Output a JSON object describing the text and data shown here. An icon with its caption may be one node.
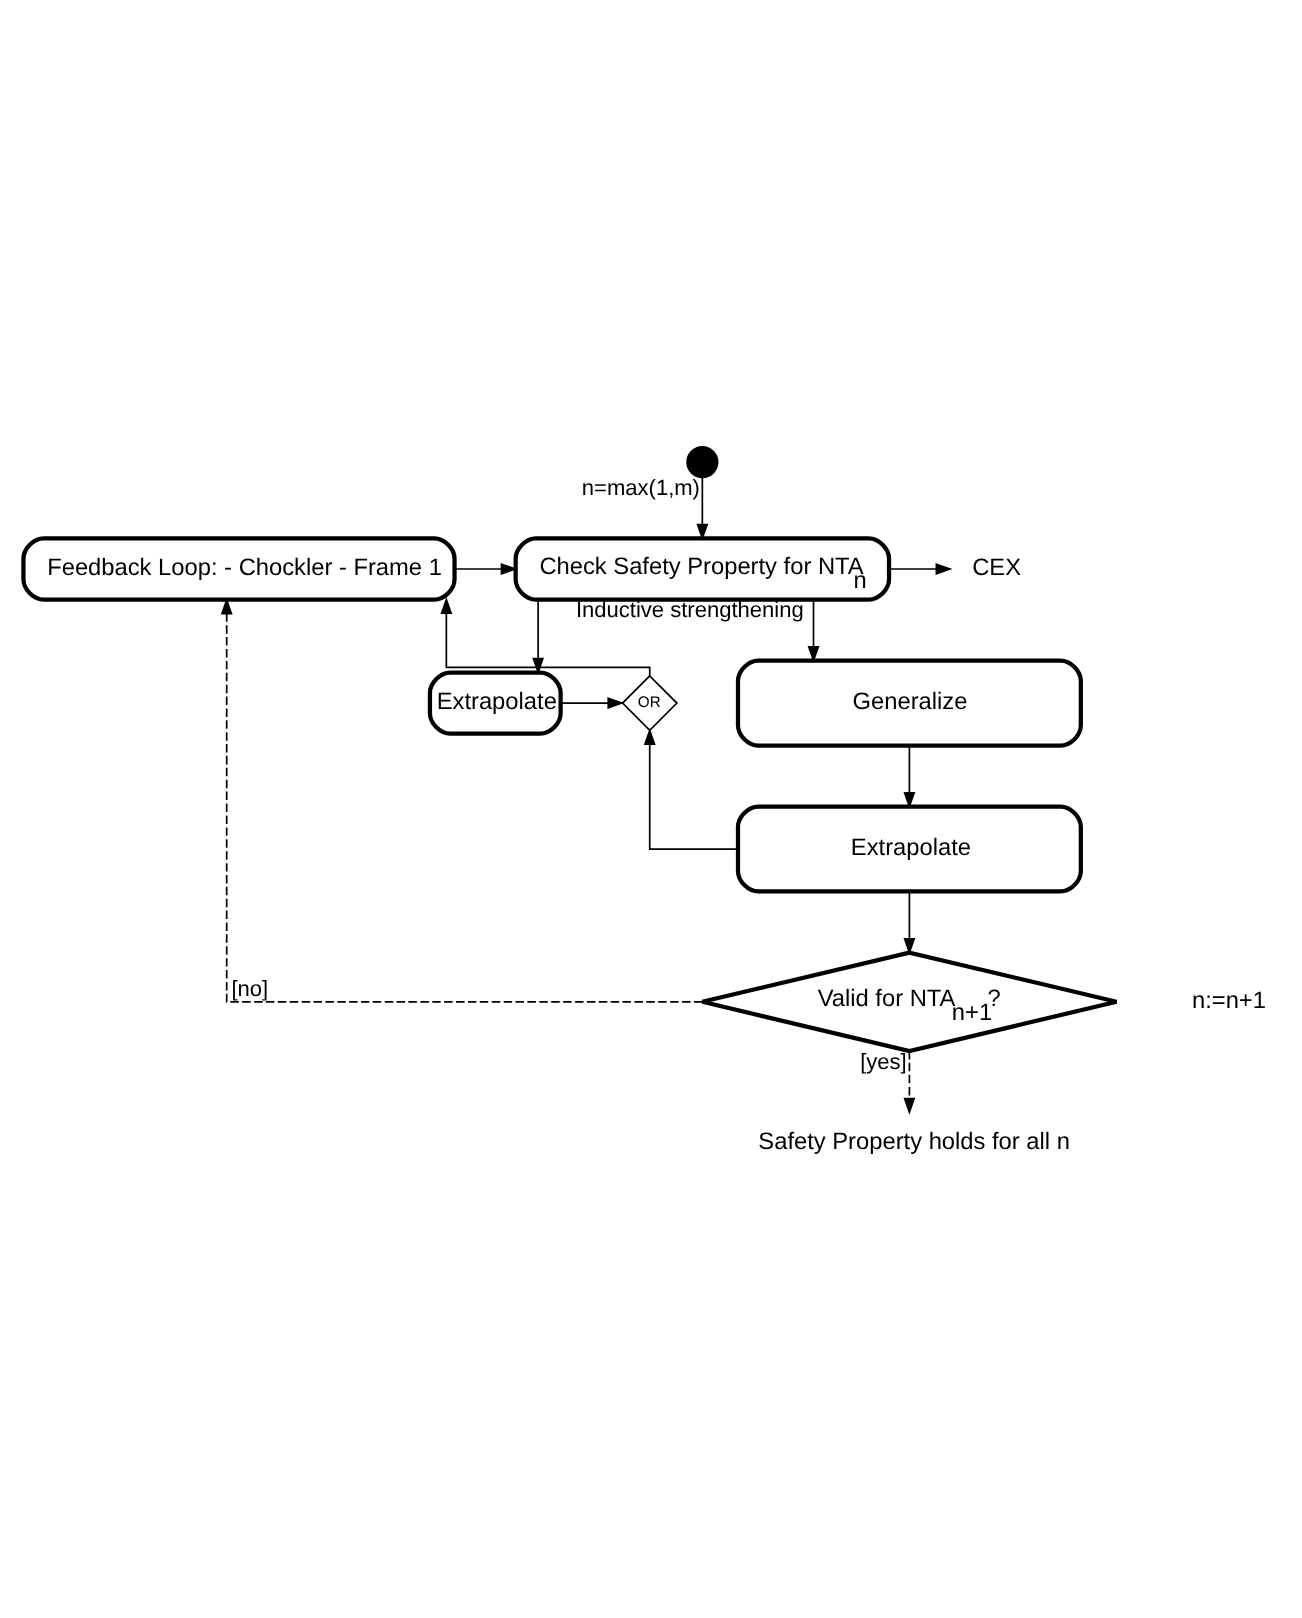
{
  "diagram": {
    "nodes": [
      {
        "text": [],
        "shape": "circle"
      },
      {
        "text": [
          "Feedback Loop: - Chockler - Frame 1"
        ]
      },
      {
        "text": [
          "Check Safety Property for NTA$_{n}$"
        ]
      },
      {
        "text": [
          "CEX"
        ]
      },
      {
        "text": [
          "Extrapolate"
        ]
      },
      {
        "text": [
          "OR"
        ]
      },
      {
        "text": [
          "Generalize"
        ]
      },
      {
        "text": [
          "Extrapolate"
        ]
      },
      {
        "text": [
          "Valid for NTA$_{n+1}$?"
        ]
      },
      {
        "text": [
          "Safety Property holds for all n"
        ]
      }
    ],
    "edges": [
      {
        "from": 0,
        "to": 2,
        "arrow": "to",
        "label": "n=max(1,m)"
      },
      {
        "from": 1,
        "to": 2,
        "arrow": "to"
      },
      {
        "from": 2,
        "to": 3,
        "arrow": "to"
      },
      {
        "from": 2,
        "to": 4,
        "arrow": "to"
      },
      {
        "from": 2,
        "to": 6,
        "arrow": "to",
        "label": "Inductive strengthening"
      },
      {
        "from": 4,
        "to": 5,
        "arrow": "to"
      },
      {
        "from": 5,
        "to": 1,
        "arrow": "to"
      },
      {
        "from": 6,
        "to": 7,
        "arrow": "to"
      },
      {
        "from": 7,
        "to": 8,
        "arrow": "to"
      },
      {
        "from": 7,
        "to": 5,
        "arrow": "to"
      },
      {
        "from": 8,
        "to": 1,
        "arrow": "to",
        "label": "[no]",
        "style": "dashed"
      },
      {
        "from": 8,
        "to": 9,
        "arrow": "to",
        "label": "[yes]",
        "style": "dashed"
      }
    ],
    "labels": [
      "n:=n+1"
    ]
  }
}
